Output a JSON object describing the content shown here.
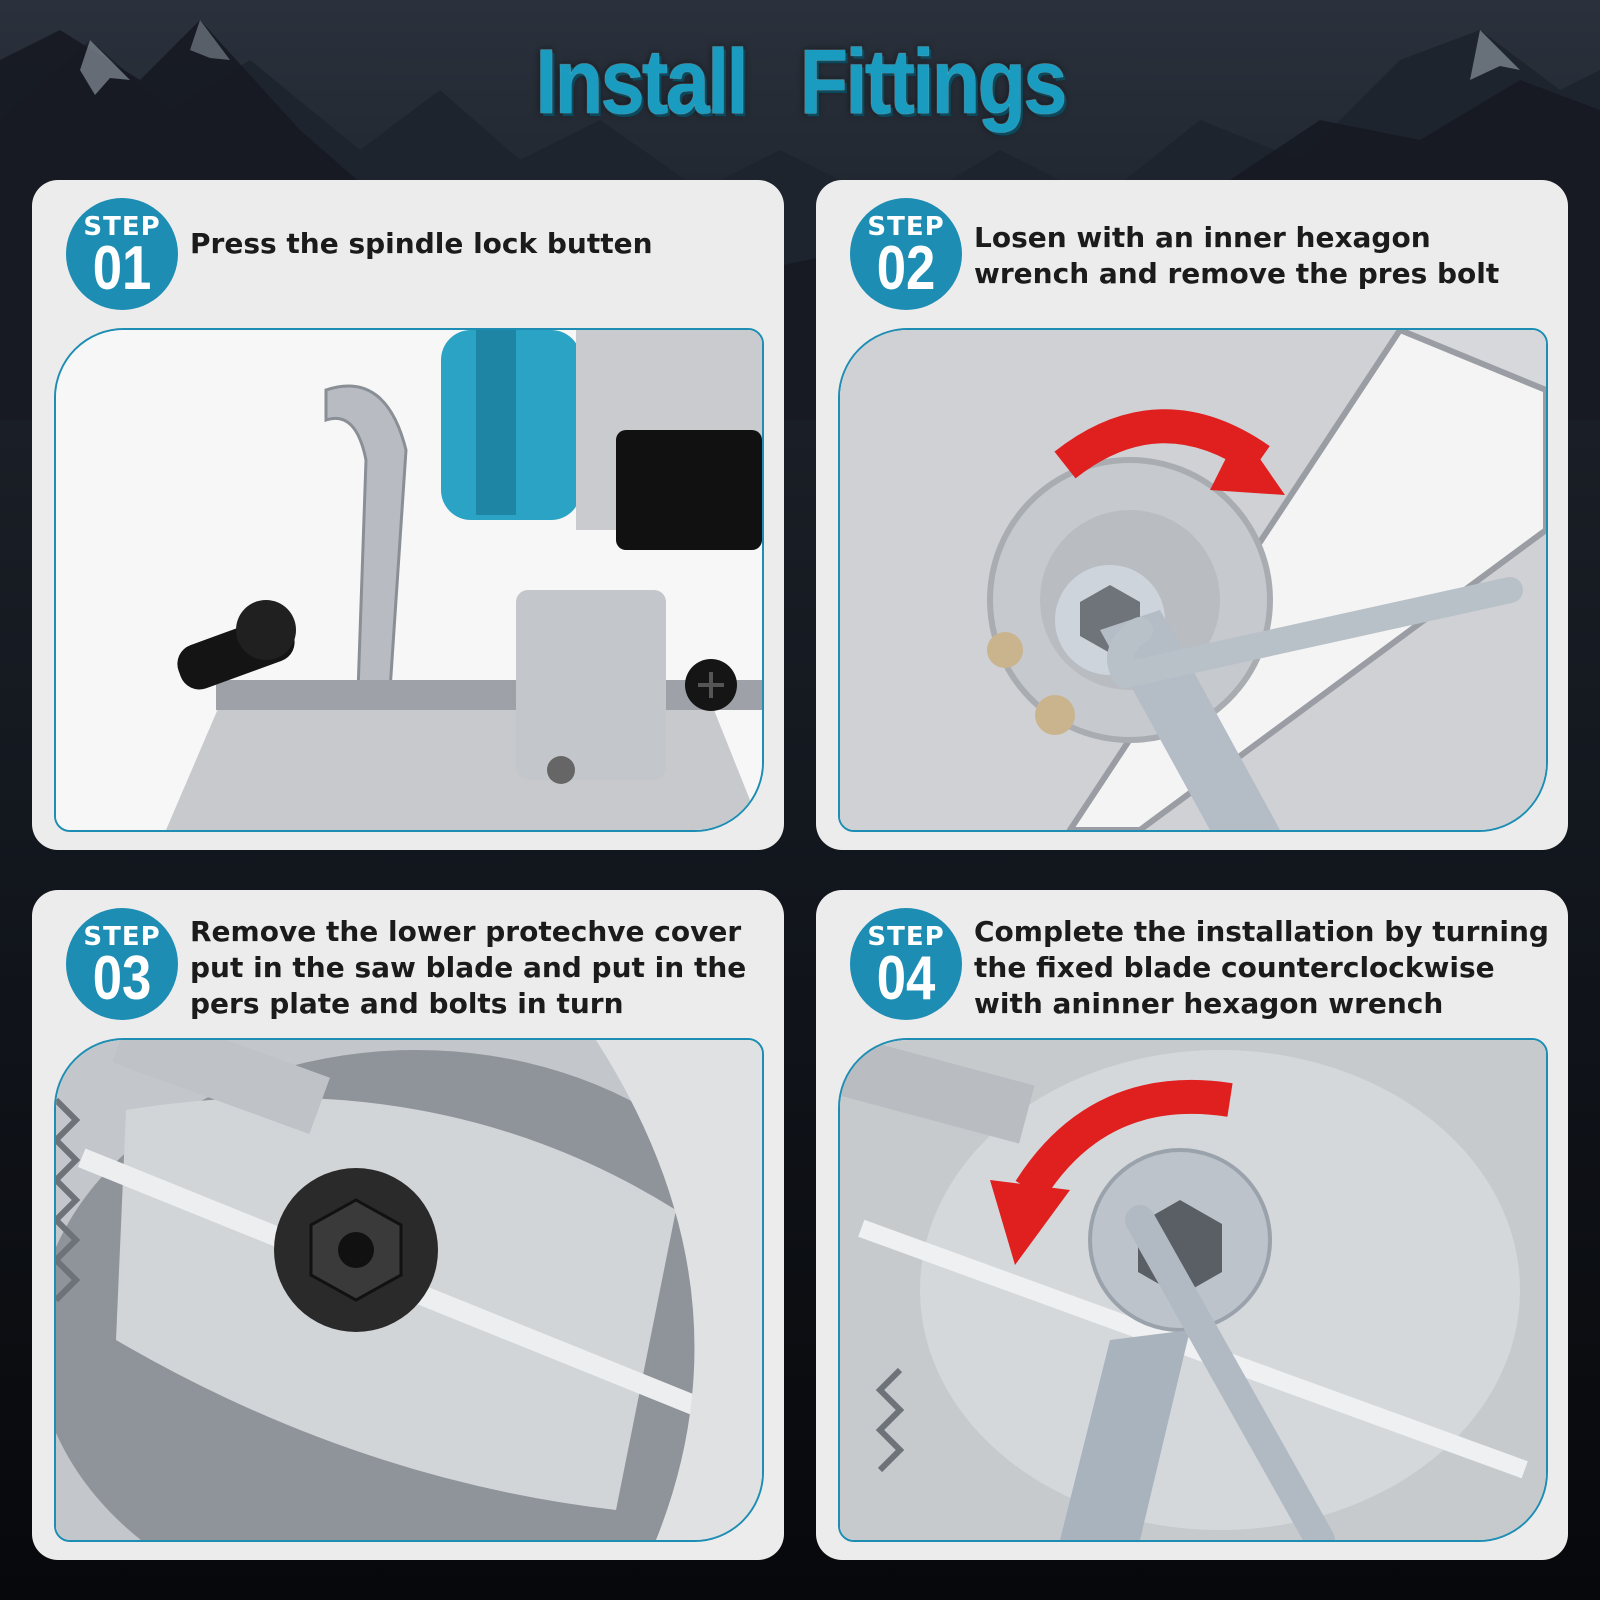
{
  "title": "Install   Fittings",
  "step_label": "STEP",
  "steps": [
    {
      "number": "01",
      "text": "Press the spindle lock butten"
    },
    {
      "number": "02",
      "text": "Losen with an inner hexagon wrench and remove the pres bolt"
    },
    {
      "number": "03",
      "text": "Remove the lower protechve cover put in the saw blade and put in the pers plate and bolts in turn"
    },
    {
      "number": "04",
      "text": "Complete the installation by turning the fixed blade counterclockwise with aninner hexagon wrench"
    }
  ],
  "colors": {
    "accent": "#1d8db3",
    "card": "#ececec",
    "arrow": "#e0201f",
    "tool_teal": "#2aa3c4"
  }
}
